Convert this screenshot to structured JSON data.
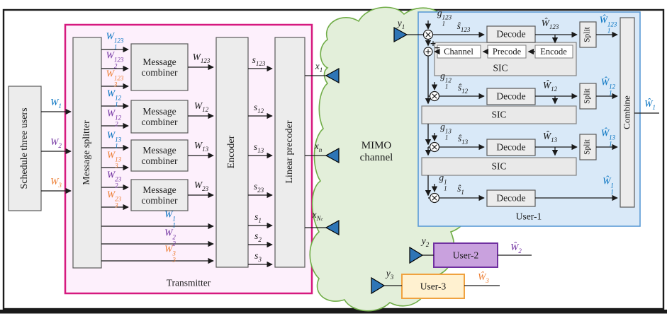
{
  "palette": {
    "user1_blue": "#0070c0",
    "user2_purple": "#7030a0",
    "user3_orange": "#ed7d31",
    "transmitter_border": "#d6197f",
    "transmitter_fill": "#fdf0fc",
    "cloud_green": "#70ad47",
    "cloud_fill": "#e3efda",
    "user1_box_fill": "#d9e9f8",
    "user1_box_border": "#5b9bd5",
    "gray_box_fill": "#ececec",
    "antenna_blue": "#2e75b6"
  },
  "tx": {
    "schedule_label": "Schedule three users",
    "splitter_label": "Message splitter",
    "combiner_label": "Message combiner",
    "encoder_label": "Encoder",
    "precoder_label": "Linear precoder",
    "container_label": "Transmitter"
  },
  "channel": {
    "label_line1": "MIMO",
    "label_line2": "channel"
  },
  "rx1": {
    "container_label": "User-1",
    "decode_label": "Decode",
    "split_label": "Split",
    "combine_label": "Combine",
    "sic_label": "SIC",
    "channel_label": "Channel",
    "precode_label": "Precode",
    "encode_label": "Encode",
    "plus_sign": "+",
    "minus_sign": "−"
  },
  "rx2": {
    "label": "User-2"
  },
  "rx3": {
    "label": "User-3"
  },
  "math": {
    "w1": {
      "b": "W",
      "sub": "1",
      "c": "#0070c0"
    },
    "w2": {
      "b": "W",
      "sub": "2",
      "c": "#7030a0"
    },
    "w3": {
      "b": "W",
      "sub": "3",
      "c": "#ed7d31"
    },
    "w1_123": {
      "b": "W",
      "sub": "1",
      "sup": "123",
      "c": "#0070c0"
    },
    "w2_123": {
      "b": "W",
      "sub": "2",
      "sup": "123",
      "c": "#7030a0"
    },
    "w3_123": {
      "b": "W",
      "sub": "3",
      "sup": "123",
      "c": "#ed7d31"
    },
    "w1_12": {
      "b": "W",
      "sub": "1",
      "sup": "12",
      "c": "#0070c0"
    },
    "w2_12": {
      "b": "W",
      "sub": "2",
      "sup": "12",
      "c": "#7030a0"
    },
    "w1_13": {
      "b": "W",
      "sub": "1",
      "sup": "13",
      "c": "#0070c0"
    },
    "w3_13": {
      "b": "W",
      "sub": "3",
      "sup": "13",
      "c": "#ed7d31"
    },
    "w2_23": {
      "b": "W",
      "sub": "2",
      "sup": "23",
      "c": "#7030a0"
    },
    "w3_23": {
      "b": "W",
      "sub": "3",
      "sup": "23",
      "c": "#ed7d31"
    },
    "w123": {
      "b": "W",
      "sub": "123"
    },
    "w12": {
      "b": "W",
      "sub": "12"
    },
    "w13": {
      "b": "W",
      "sub": "13"
    },
    "w23": {
      "b": "W",
      "sub": "23"
    },
    "w1_1": {
      "b": "W",
      "sub": "1",
      "sup": "1",
      "c": "#0070c0"
    },
    "w2_2": {
      "b": "W",
      "sub": "2",
      "sup": "2",
      "c": "#7030a0"
    },
    "w3_3": {
      "b": "W",
      "sub": "3",
      "sup": "3",
      "c": "#ed7d31"
    },
    "s123": {
      "b": "s",
      "sub": "123"
    },
    "s12": {
      "b": "s",
      "sub": "12"
    },
    "s13": {
      "b": "s",
      "sub": "13"
    },
    "s23": {
      "b": "s",
      "sub": "23"
    },
    "s1": {
      "b": "s",
      "sub": "1"
    },
    "s2": {
      "b": "s",
      "sub": "2"
    },
    "s3": {
      "b": "s",
      "sub": "3"
    },
    "x1": {
      "b": "x",
      "sub": "1"
    },
    "xn": {
      "b": "x",
      "sub": "n"
    },
    "xnt": {
      "b": "x",
      "sub": "Nₜ"
    },
    "y1": {
      "b": "y",
      "sub": "1"
    },
    "y2": {
      "b": "y",
      "sub": "2"
    },
    "y3": {
      "b": "y",
      "sub": "3"
    },
    "g123": {
      "b": "g",
      "sub": "1",
      "sup": "123"
    },
    "g12": {
      "b": "g",
      "sub": "1",
      "sup": "12"
    },
    "g13": {
      "b": "g",
      "sub": "1",
      "sup": "13"
    },
    "g1": {
      "b": "g",
      "sub": "1",
      "sup": "1"
    },
    "sh123": {
      "b": "ŝ",
      "sub": "123"
    },
    "sh12": {
      "b": "ŝ",
      "sub": "12"
    },
    "sh13": {
      "b": "ŝ",
      "sub": "13"
    },
    "sh1": {
      "b": "ŝ",
      "sub": "1"
    },
    "wh123": {
      "b": "Ŵ",
      "sub": "123"
    },
    "wh12": {
      "b": "Ŵ",
      "sub": "12"
    },
    "wh13": {
      "b": "Ŵ",
      "sub": "13"
    },
    "wh1_123": {
      "b": "Ŵ",
      "sub": "1",
      "sup": "123",
      "c": "#0070c0"
    },
    "wh1_12": {
      "b": "Ŵ",
      "sub": "1",
      "sup": "12",
      "c": "#0070c0"
    },
    "wh1_13": {
      "b": "Ŵ",
      "sub": "1",
      "sup": "13",
      "c": "#0070c0"
    },
    "wh1_1": {
      "b": "Ŵ",
      "sub": "1",
      "sup": "1",
      "c": "#0070c0"
    },
    "whu1": {
      "b": "Ŵ",
      "sub": "1",
      "c": "#0070c0"
    },
    "whu2": {
      "b": "Ŵ",
      "sub": "2",
      "c": "#7030a0"
    },
    "whu3": {
      "b": "Ŵ",
      "sub": "3",
      "c": "#ed7d31"
    }
  }
}
